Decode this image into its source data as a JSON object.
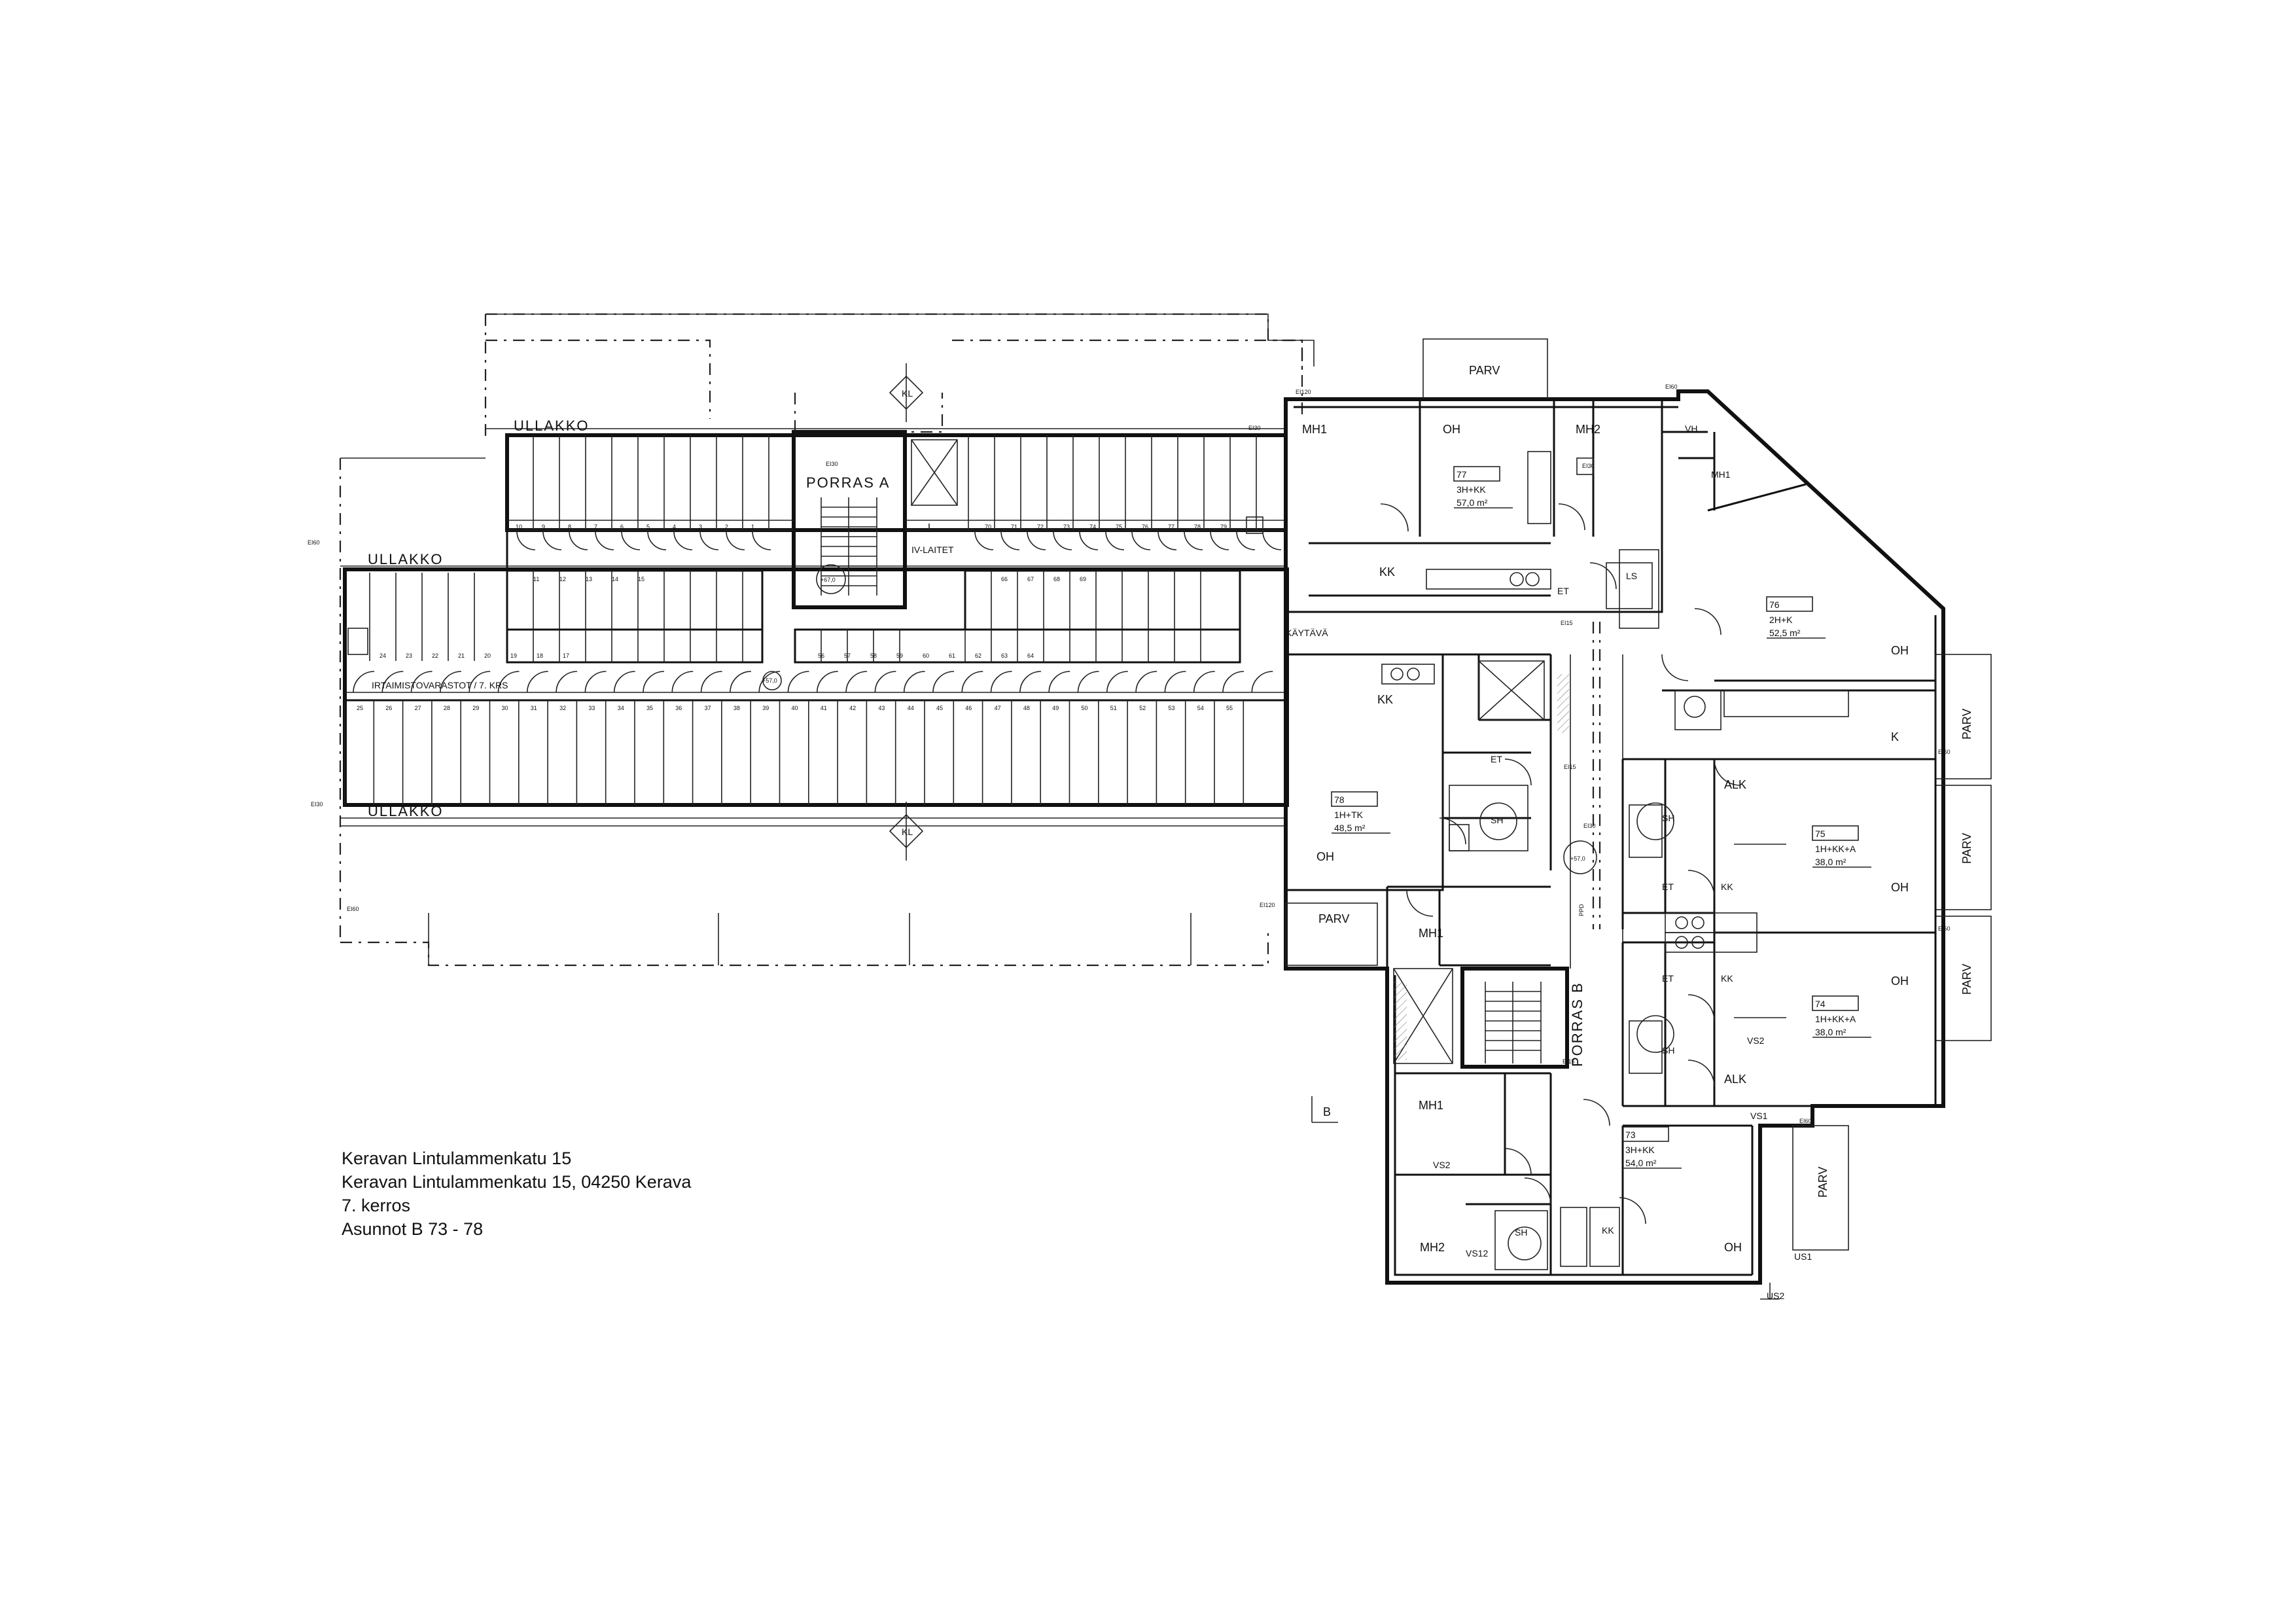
{
  "caption": {
    "line1": "Keravan Lintulammenkatu 15",
    "line2": "Keravan Lintulammenkatu 15, 04250 Kerava",
    "line3": "7. kerros",
    "line4": "Asunnot B 73 - 78"
  },
  "labels": {
    "ullakko_top": "ULLAKKO",
    "ullakko_left": "ULLAKKO",
    "ullakko_bottom": "ULLAKKO",
    "porras_a": "PORRAS A",
    "porras_b": "PORRAS B",
    "iv_laitet": "IV-LAITET",
    "irtaimistovarastot": "IRTAIMISTOVARASTOT / 7. KRS",
    "kaytava": "KÄYTÄVÄ",
    "kl_top": "KL",
    "kl_bottom": "KL",
    "section_b": "B",
    "p_a": "+67,0",
    "p_b": "+57,0",
    "p_c": "+57,0",
    "ppd": "PPD",
    "e60_a": "EI60",
    "e60_b": "EI60",
    "e60_c": "EI60",
    "e60_d": "EI60",
    "e60_e": "EI60",
    "e60_f": "EI60",
    "e30_a": "EI30",
    "e30_b": "EI30",
    "e30_c": "EI30",
    "e30_d": "EI30",
    "e30_e": "EI30",
    "e120_a": "EI120",
    "e120_b": "EI120",
    "e15_a": "EI15",
    "e15_b": "EI15",
    "e15_c": "EI15"
  },
  "storage": {
    "row_top": [
      "10",
      "9",
      "8",
      "7",
      "6",
      "5",
      "4",
      "3",
      "2",
      "1"
    ],
    "row_top_right": [
      "70",
      "71",
      "72",
      "73",
      "74",
      "75",
      "76",
      "77",
      "78",
      "79"
    ],
    "row_mid_a": [
      "11",
      "12",
      "13",
      "14",
      "15"
    ],
    "row_mid_b": [
      "66",
      "67",
      "68",
      "69"
    ],
    "row_lower_a": [
      "24",
      "23",
      "22",
      "21",
      "20",
      "19",
      "18",
      "17"
    ],
    "row_lower_b": [
      "56",
      "57",
      "58",
      "59",
      "60",
      "61",
      "62",
      "63",
      "64"
    ],
    "row_bottom": [
      "25",
      "26",
      "27",
      "28",
      "29",
      "30",
      "31",
      "32",
      "33",
      "34",
      "35",
      "36",
      "37",
      "38",
      "39",
      "40",
      "41",
      "42",
      "43",
      "44",
      "45",
      "46",
      "47",
      "48",
      "49",
      "50",
      "51",
      "52",
      "53",
      "54",
      "55"
    ]
  },
  "apartments": [
    {
      "no": "77",
      "type": "3H+KK",
      "area": "57,0 m²"
    },
    {
      "no": "76",
      "type": "2H+K",
      "area": "52,5 m²"
    },
    {
      "no": "78",
      "type": "1H+TK",
      "area": "48,5 m²"
    },
    {
      "no": "75",
      "type": "1H+KK+A",
      "area": "38,0 m²"
    },
    {
      "no": "74",
      "type": "1H+KK+A",
      "area": "38,0 m²"
    },
    {
      "no": "73",
      "type": "3H+KK",
      "area": "54,0 m²"
    }
  ],
  "rooms": {
    "a77_mh1": "MH1",
    "a77_oh": "OH",
    "a77_mh2": "MH2",
    "a77_kk": "KK",
    "a77_et": "ET",
    "a77_ls": "LS",
    "a76_mh1": "MH1",
    "a76_oh": "OH",
    "a76_k": "K",
    "a76_parv": "PARV",
    "a76_vh": "VH",
    "a77_parv": "PARV",
    "a78_kk": "KK",
    "a78_oh": "OH",
    "a78_et": "ET",
    "a78_sh": "SH",
    "a78_mh1": "MH1",
    "a78_parv": "PARV",
    "a75_alk": "ALK",
    "a75_sh": "SH",
    "a75_et": "ET",
    "a75_kk": "KK",
    "a75_oh": "OH",
    "a75_parv": "PARV",
    "a74_kk": "KK",
    "a74_et": "ET",
    "a74_sh": "SH",
    "a74_oh": "OH",
    "a74_vs2": "VS2",
    "a74_alk": "ALK",
    "a74_parv": "PARV",
    "a73_mh1": "MH1",
    "a73_vs2": "VS2",
    "a73_mh2": "MH2",
    "a73_vs12": "VS12",
    "a73_sh": "SH",
    "a73_kk": "KK",
    "a73_oh": "OH",
    "a73_vs1": "VS1",
    "a73_parv": "PARV",
    "a73_us1": "US1",
    "a73_us2": "US2"
  }
}
